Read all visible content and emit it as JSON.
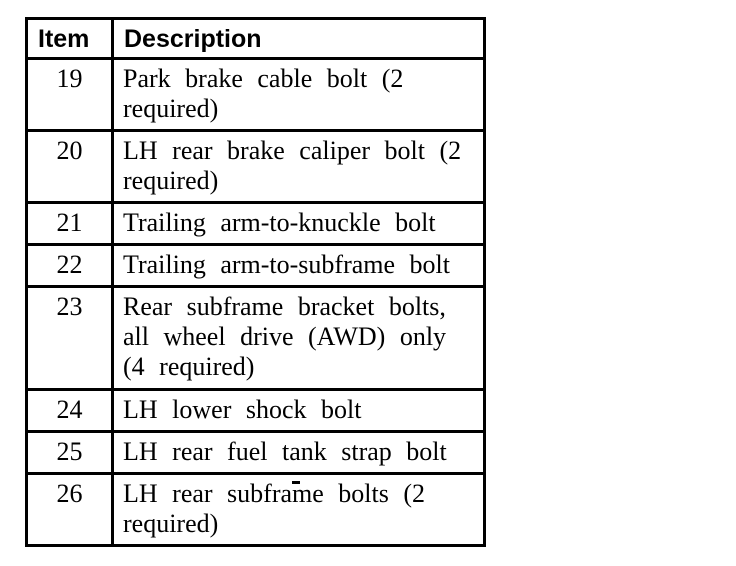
{
  "page": {
    "background_color": "#ffffff",
    "text_color": "#000000",
    "border_color": "#000000"
  },
  "table": {
    "headers": [
      "Item",
      "Description"
    ],
    "rows": [
      {
        "item": "19",
        "description": "Park brake cable bolt (2 required)"
      },
      {
        "item": "20",
        "description": "LH rear brake caliper bolt (2 required)"
      },
      {
        "item": "21",
        "description": "Trailing arm-to-knuckle bolt"
      },
      {
        "item": "22",
        "description": "Trailing arm-to-subframe bolt"
      },
      {
        "item": "23",
        "description": "Rear subframe bracket bolts, all wheel drive (AWD) only (4 required)"
      },
      {
        "item": "24",
        "description": "LH lower shock bolt"
      },
      {
        "item": "25",
        "description": "LH rear fuel tank strap bolt"
      },
      {
        "item": "26",
        "description": "LH rear subframe bolts (2 required)"
      }
    ]
  }
}
